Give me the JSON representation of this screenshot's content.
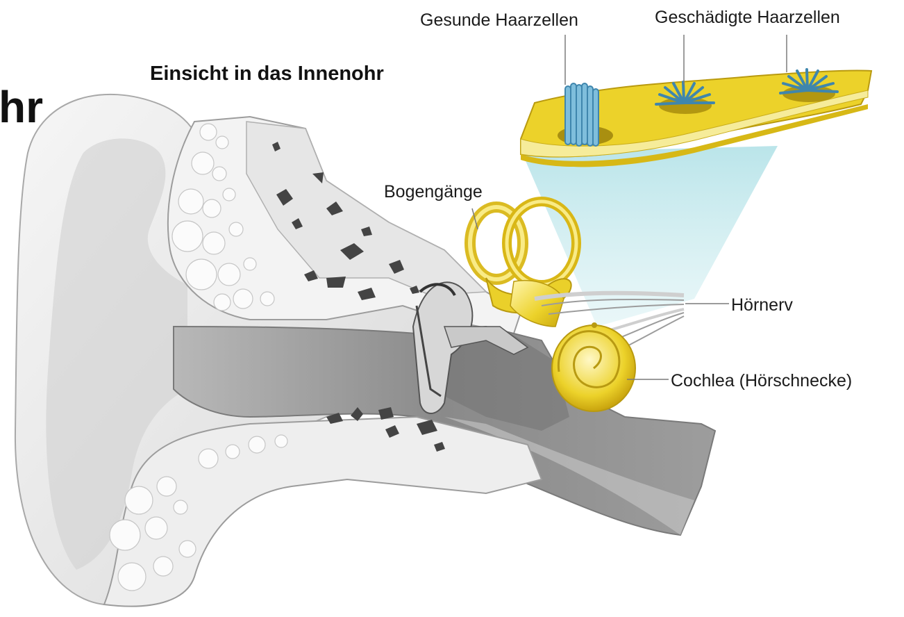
{
  "diagram": {
    "title_cut": "hr",
    "title": "Einsicht in das Innenohr",
    "labels": {
      "healthy_cells": "Gesunde Haarzellen",
      "damaged_cells": "Geschädigte Haarzellen",
      "semicircular_canals": "Bogengänge",
      "auditory_nerve": "Hörnerv",
      "cochlea": "Cochlea (Hörschnecke)"
    }
  },
  "colors": {
    "bone": "#e9e9e9",
    "bone_outline": "#9a9a9a",
    "canal": "#8c8c8c",
    "inner_ear_yellow": "#e7c81f",
    "membrane_yellow": "#ecd22a",
    "cyan_beam": "#bfe6ea",
    "hair_cell_blue": "#5aa4c8"
  }
}
